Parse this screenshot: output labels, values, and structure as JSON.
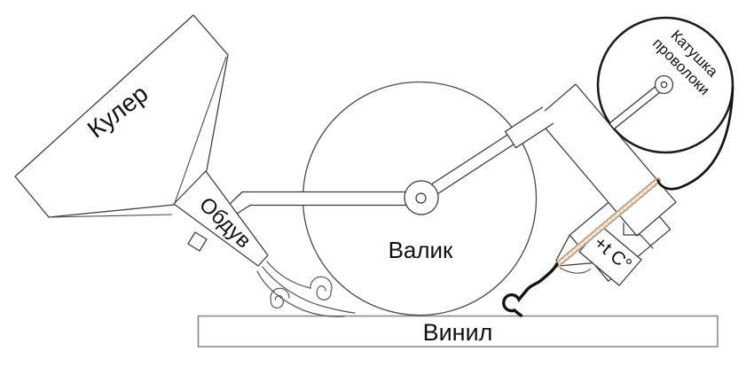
{
  "diagram": {
    "labels": {
      "cooler": "Кулер",
      "blower": "Обдув",
      "roller": "Валик",
      "spool_line1": "Катушка",
      "spool_line2": "проволоки",
      "heater": "+t C°",
      "vinyl": "Винил"
    },
    "colors": {
      "outline": "#3a3a3a",
      "thin": "#4a4a4a",
      "platform": "#8a8a8a",
      "wire": "#141414",
      "coil_dark": "#bb9a7c",
      "coil_light": "#f3e7da",
      "text": "#111111",
      "background": "#ffffff"
    }
  }
}
